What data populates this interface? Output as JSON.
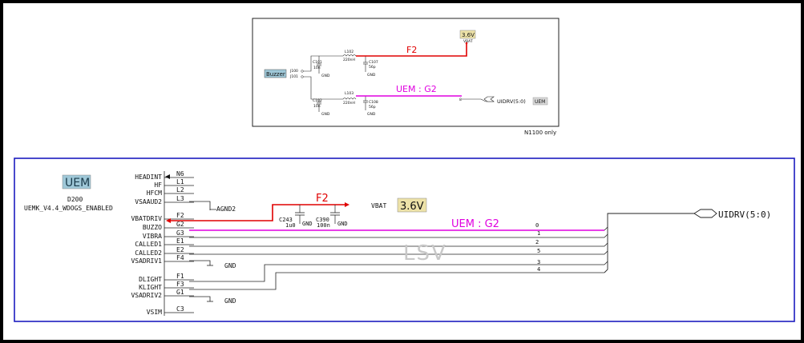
{
  "top_panel": {
    "buzzer_label": "Buzzer",
    "connector_top": "J100",
    "connector_bottom": "J101",
    "inductor_top": "L102",
    "inductor_top_value": "220nH",
    "inductor_bottom": "L103",
    "inductor_bottom_value": "220nH",
    "cap_top_left": "C101",
    "cap_top_left_value": "10n",
    "cap_top_right": "C107",
    "cap_top_right_value": "56p",
    "cap_bottom_left": "C102",
    "cap_bottom_left_value": "10n",
    "cap_bottom_right": "C108",
    "cap_bottom_right_value": "56p",
    "gnd": "GND",
    "net_f2": "F2",
    "net_g2": "UEM : G2",
    "vbat_tag": "3.6V",
    "vbat_label": "VBAT",
    "pin_num": "8",
    "uidrv_label": "UIDRV(5:0)",
    "uem_tag": "UEM",
    "note": "N1100 only"
  },
  "bottom_panel": {
    "uem_tag": "UEM",
    "designator": "D200",
    "part": "UEMK_V4.4_WDOGS_ENABLED",
    "pins": [
      {
        "name": "HEADINT",
        "ball": "N6"
      },
      {
        "name": "HF",
        "ball": "L1"
      },
      {
        "name": "HFCM",
        "ball": "L2"
      },
      {
        "name": "VSAAUD2",
        "ball": "L3"
      },
      {
        "name": "VBATDRIV",
        "ball": "F2"
      },
      {
        "name": "BUZZO",
        "ball": "G2"
      },
      {
        "name": "VIBRA",
        "ball": "G3"
      },
      {
        "name": "CALLED1",
        "ball": "E1"
      },
      {
        "name": "CALLED2",
        "ball": "E2"
      },
      {
        "name": "VSADRIV1",
        "ball": "F4"
      },
      {
        "name": "DLIGHT",
        "ball": "F1"
      },
      {
        "name": "KLIGHT",
        "ball": "F3"
      },
      {
        "name": "VSADRIV2",
        "ball": "G1"
      },
      {
        "name": "VSIM",
        "ball": "C3"
      }
    ],
    "agnd": "AGND2",
    "gnd": "GND",
    "cap1": "C243",
    "cap1_value": "1u0",
    "cap2": "C390",
    "cap2_value": "100n",
    "net_f2": "F2",
    "vbat_label": "VBAT",
    "vbat_tag": "3.6V",
    "net_g2": "UEM : G2",
    "bus_indices": [
      "0",
      "1",
      "2",
      "5",
      "3",
      "4"
    ],
    "uidrv_label": "UIDRV(5:0)",
    "watermark": "LSV"
  },
  "colors": {
    "frame_blue": "#1c1cc0",
    "net_red": "#e00000",
    "net_magenta": "#e000e0",
    "uem_tag_bg": "#9fc8d8",
    "vbat_tag_bg": "#ede2a8"
  }
}
